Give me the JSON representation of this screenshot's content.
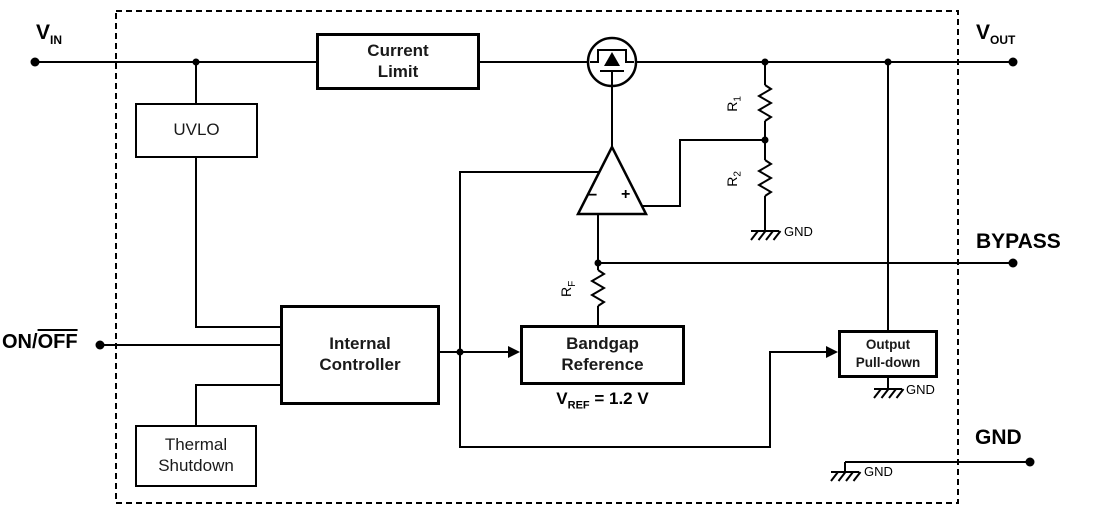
{
  "diagram": {
    "pins": {
      "vin": {
        "main": "V",
        "sub": "IN"
      },
      "vout": {
        "main": "V",
        "sub": "OUT"
      },
      "on_off": {
        "prefix": "ON/",
        "overlined": "OFF"
      },
      "bypass": "BYPASS",
      "gnd": "GND"
    },
    "blocks": {
      "current_limit": "Current\nLimit",
      "uvlo": "UVLO",
      "internal_controller": "Internal\nController",
      "thermal_shutdown": "Thermal\nShutdown",
      "bandgap_reference": "Bandgap\nReference",
      "output_pulldown": "Output\nPull-down"
    },
    "reference_voltage": {
      "symbol": "V",
      "subscript": "REF",
      "value": " = 1.2 V"
    },
    "resistors": {
      "r1": {
        "symbol": "R",
        "subscript": "1"
      },
      "r2": {
        "symbol": "R",
        "subscript": "2"
      },
      "rf": {
        "symbol": "R",
        "subscript": "F"
      }
    },
    "amplifier": {
      "inverting_input": "−",
      "noninverting_input": "+"
    },
    "ground_labels": {
      "divider": "GND",
      "pulldown": "GND",
      "pin": "GND"
    },
    "colors": {
      "line": "#000000",
      "background": "#ffffff"
    }
  }
}
